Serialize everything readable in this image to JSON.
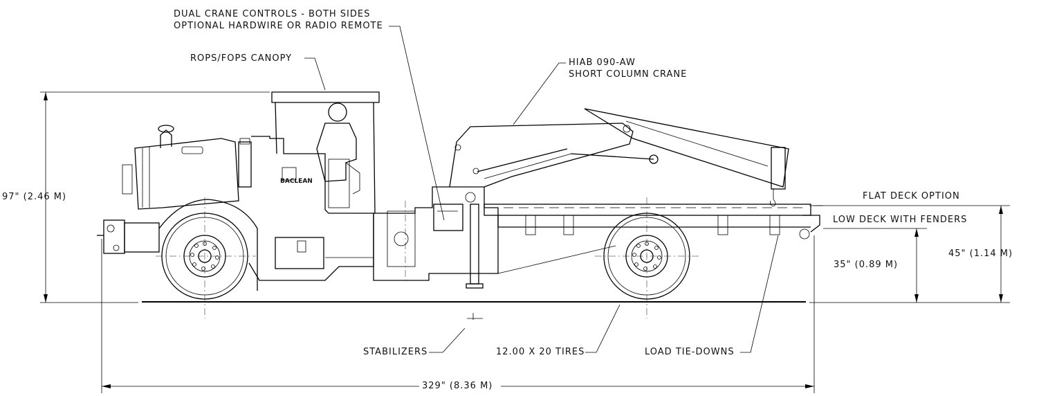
{
  "labels": {
    "crane_controls_line1": "DUAL CRANE CONTROLS - BOTH SIDES",
    "crane_controls_line2": "OPTIONAL HARDWIRE OR RADIO REMOTE",
    "canopy": "ROPS/FOPS CANOPY",
    "crane_line1": "HIAB 090-AW",
    "crane_line2": "SHORT COLUMN CRANE",
    "flat_deck": "FLAT DECK OPTION",
    "low_deck": "LOW DECK WITH FENDERS",
    "stabilizers": "STABILIZERS",
    "tires": "12.00 X 20 TIRES",
    "tie_downs": "LOAD TIE-DOWNS",
    "logo": "BACLEAN"
  },
  "dimensions": {
    "height_overall": "97\" (2.46 M)",
    "deck_height_low": "35\" (0.89 M)",
    "deck_height_flat": "45\" (1.14 M)",
    "length_overall": "329\" (8.36 M)"
  }
}
